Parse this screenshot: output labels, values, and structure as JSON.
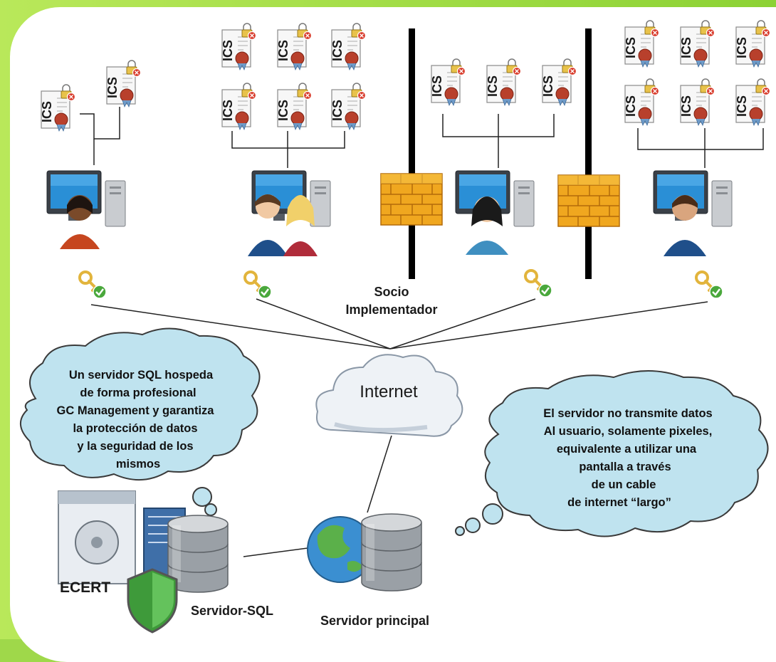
{
  "doc_label": "ICS",
  "labels": {
    "partner": [
      "Socio",
      "Implementador"
    ],
    "internet": "Internet",
    "sql_server": "Servidor-SQL",
    "main_server": "Servidor principal",
    "cert_brand": "ECERT"
  },
  "thought_left": [
    "Un servidor SQL hospeda",
    "de forma profesional",
    "GC Management y garantiza",
    "la protección de datos",
    "y la seguridad de los",
    "mismos"
  ],
  "thought_right": [
    "El servidor no transmite datos",
    "Al usuario, solamente pixeles,",
    "equivalente a utilizar una",
    "pantalla a través",
    "de un cable",
    "de internet “largo”"
  ],
  "colors": {
    "frame_green": "#9fd84a",
    "cloud_fill": "#bfe3ef",
    "cloud_stroke": "#3a3a3a",
    "firewall": "#f2a01c",
    "key": "#e2b43c",
    "check": "#4aa83c",
    "seal": "#b8402c"
  }
}
